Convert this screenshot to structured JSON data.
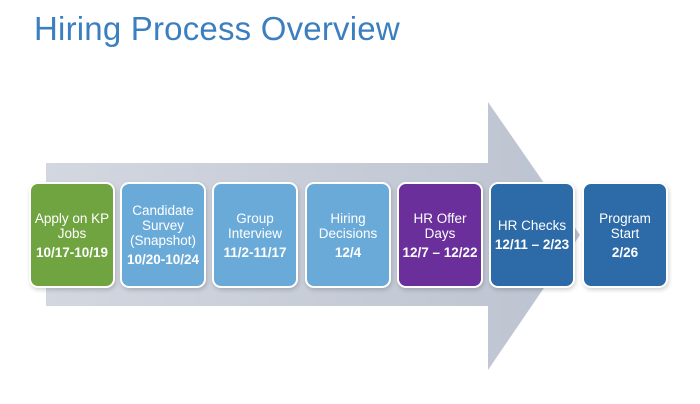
{
  "title": "Hiring Process Overview",
  "steps": [
    {
      "name": "Apply on KP Jobs",
      "date": "10/17-10/19",
      "color": "#70a440"
    },
    {
      "name": "Candidate Survey (Snapshot)",
      "date": "10/20-10/24",
      "color": "#6aaad8"
    },
    {
      "name": "Group Interview",
      "date": "11/2-11/17",
      "color": "#6aaad8"
    },
    {
      "name": "Hiring Decisions",
      "date": "12/4",
      "color": "#6aaad8"
    },
    {
      "name": "HR Offer Days",
      "date": "12/7 – 12/22",
      "color": "#6b2f9b"
    },
    {
      "name": "HR Checks",
      "date": "12/11 – 2/23",
      "color": "#2c6aa8"
    },
    {
      "name": "Program Start",
      "date": "2/26",
      "color": "#2c6aa8"
    }
  ]
}
